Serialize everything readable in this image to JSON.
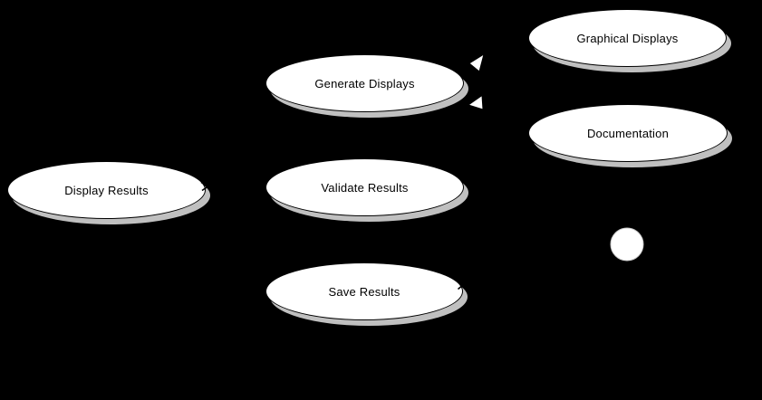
{
  "colors": {
    "background": "#000000",
    "ellipse_fill": "#ffffff",
    "ellipse_border": "#000000",
    "shadow": "#c0c0c0",
    "label_text": "#000000",
    "arrowhead_fill": "#ffffff"
  },
  "use_cases": [
    {
      "label": "Display Results"
    },
    {
      "label": "Generate Displays"
    },
    {
      "label": "Validate Results"
    },
    {
      "label": "Save Results"
    },
    {
      "label": "Graphical Displays"
    },
    {
      "label": "Documentation"
    }
  ],
  "icons": [
    {
      "name": "generalization-arrowhead-icon",
      "shape": "hollow white triangle",
      "count": 2
    },
    {
      "name": "association-arrowhead-icon",
      "shape": "small black chevron",
      "count": 2
    },
    {
      "name": "actor-head-icon",
      "shape": "white filled circle"
    }
  ]
}
